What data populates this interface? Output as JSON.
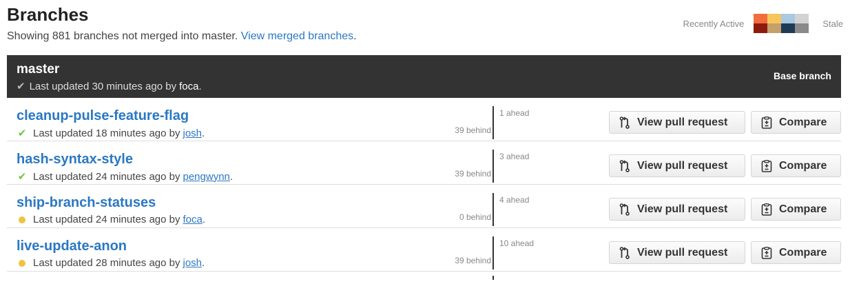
{
  "header": {
    "title": "Branches",
    "summary": "Showing 881 branches not merged into master.",
    "merged_link": "View merged branches",
    "merged_link_suffix": "."
  },
  "legend": {
    "recent_label": "Recently Active",
    "stale_label": "Stale",
    "colors_top": [
      "#f26d3d",
      "#f6c65b",
      "#a9c8e2",
      "#d3d3d3"
    ],
    "colors_bottom": [
      "#8c1a0e",
      "#c4a06b",
      "#1f3a55",
      "#8a8a8a"
    ]
  },
  "master": {
    "name": "master",
    "meta_prefix": "Last updated 30 minutes ago by",
    "user": "foca",
    "meta_suffix": ".",
    "badge": "Base branch",
    "status_icon": "check-icon"
  },
  "buttons": {
    "pull_request": "View pull request",
    "compare": "Compare"
  },
  "branches": [
    {
      "name": "cleanup-pulse-feature-flag",
      "meta_prefix": "Last updated 18 minutes ago by",
      "user": "josh",
      "meta_suffix": ".",
      "status": "success",
      "ahead": "1 ahead",
      "behind": "39 behind"
    },
    {
      "name": "hash-syntax-style",
      "meta_prefix": "Last updated 24 minutes ago by",
      "user": "pengwynn",
      "meta_suffix": ".",
      "status": "success",
      "ahead": "3 ahead",
      "behind": "39 behind"
    },
    {
      "name": "ship-branch-statuses",
      "meta_prefix": "Last updated 24 minutes ago by",
      "user": "foca",
      "meta_suffix": ".",
      "status": "pending",
      "ahead": "4 ahead",
      "behind": "0 behind"
    },
    {
      "name": "live-update-anon",
      "meta_prefix": "Last updated 28 minutes ago by",
      "user": "josh",
      "meta_suffix": ".",
      "status": "pending",
      "ahead": "10 ahead",
      "behind": "39 behind"
    }
  ],
  "colors": {
    "link": "#2a78c4",
    "success": "#6cc644",
    "pending": "#f0c33c",
    "master_bg": "#333333"
  }
}
